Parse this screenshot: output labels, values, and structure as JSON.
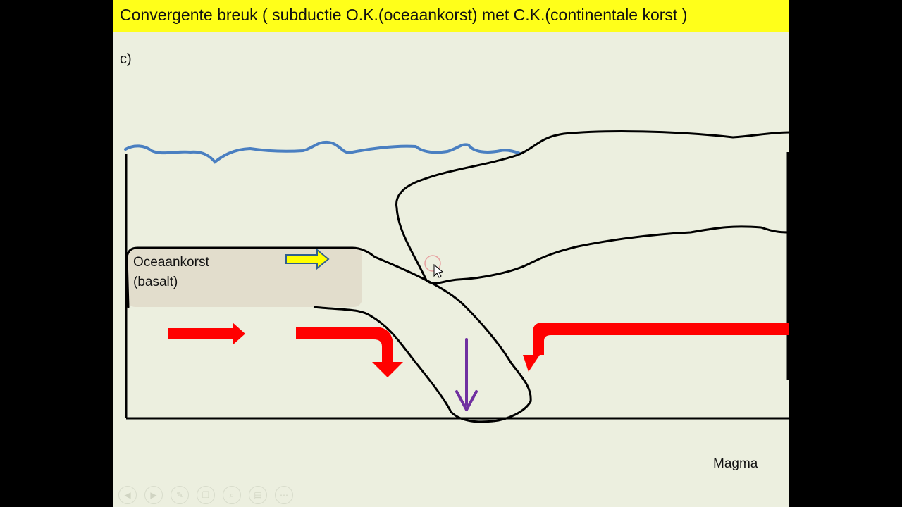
{
  "slide": {
    "title": "Convergente breuk ( subductie O.K.(oceaankorst) met C.K.(continentale korst )",
    "subtitle": "c)"
  },
  "diagram": {
    "oceanic_crust_label_line1": "Oceaankorst",
    "oceanic_crust_label_line2": "(basalt)",
    "magma_label": "Magma",
    "colors": {
      "title_background": "#ffff1a",
      "slide_background": "#ecefdf",
      "water_line": "#4a7fc1",
      "oceanic_crust_fill": "#e2ddcc",
      "convection_arrow": "#ff0000",
      "plate_motion_arrow": "#ffff00",
      "sinking_arrow": "#7030a0"
    }
  },
  "controls": {
    "icons": [
      "previous-icon",
      "next-icon",
      "pen-icon",
      "copy-icon",
      "zoom-icon",
      "slides-icon",
      "more-icon"
    ],
    "previous": "◀",
    "next": "▶",
    "pen": "✎",
    "copy": "❐",
    "zoom": "⌕",
    "slides": "▤",
    "more": "⋯"
  }
}
